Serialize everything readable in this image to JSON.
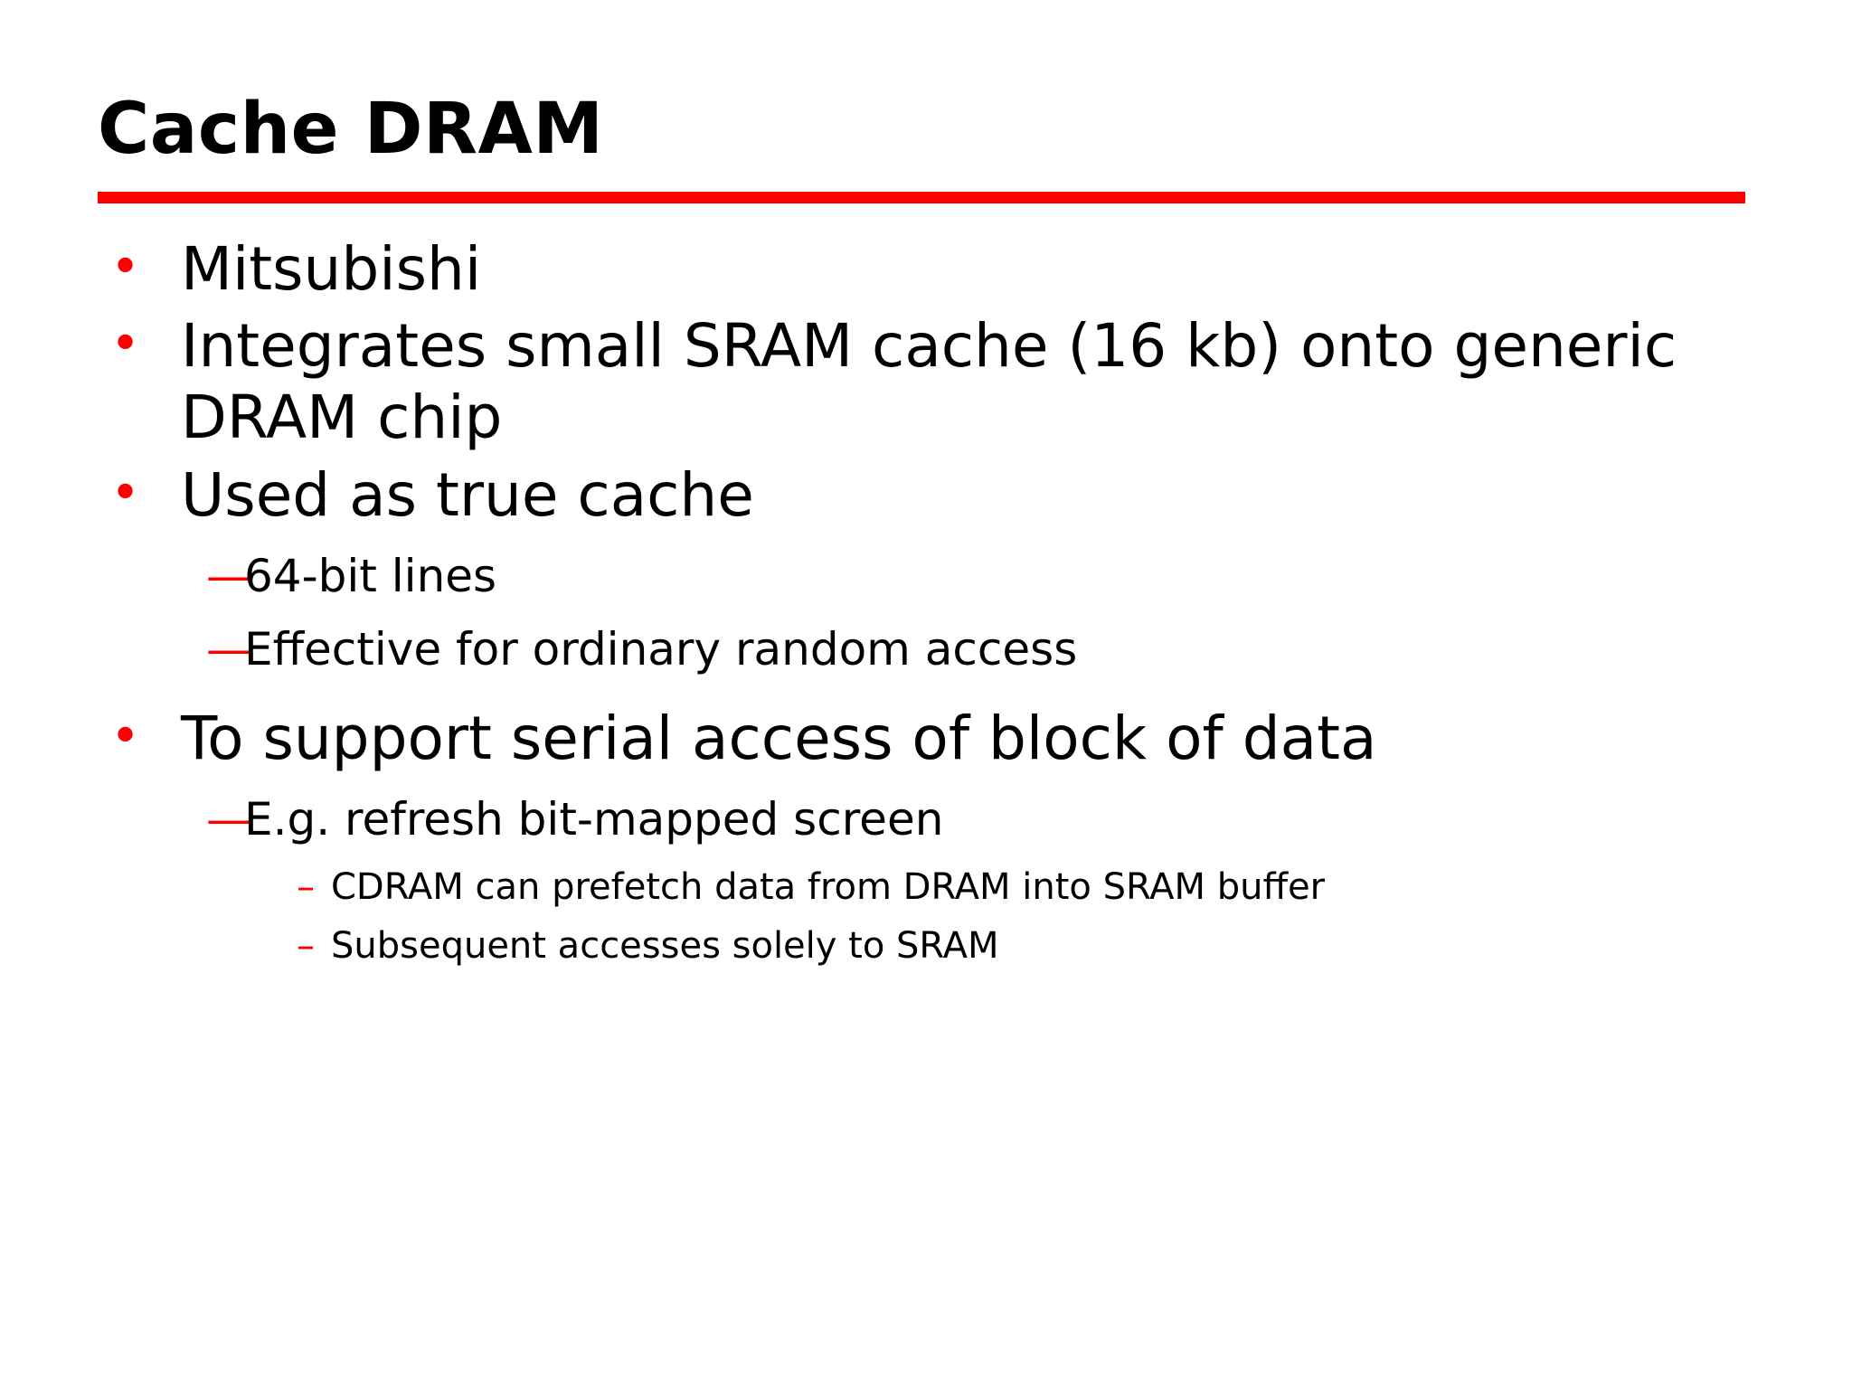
{
  "slide": {
    "title": "Cache DRAM",
    "accent_color": "#FF0000",
    "text_color": "#000000",
    "background_color": "#FFFFFF",
    "markers": {
      "level1_bullet": "•",
      "level2_dash": "—",
      "level3_dash": "–"
    },
    "content": [
      {
        "level": 1,
        "marker": "•",
        "text": "Mitsubishi"
      },
      {
        "level": 1,
        "marker": "•",
        "text": "Integrates small SRAM cache (16 kb) onto generic DRAM chip"
      },
      {
        "level": 1,
        "marker": "•",
        "text": "Used as true cache"
      },
      {
        "level": 2,
        "marker": "—",
        "text": "64-bit lines"
      },
      {
        "level": 2,
        "marker": "—",
        "text": "Effective for ordinary random access"
      },
      {
        "level": 1,
        "marker": "•",
        "text": "To support serial access of block of data"
      },
      {
        "level": 2,
        "marker": "—",
        "text": "E.g. refresh bit-mapped screen"
      },
      {
        "level": 3,
        "marker": "–",
        "text": "CDRAM can prefetch data from DRAM into SRAM buffer"
      },
      {
        "level": 3,
        "marker": "–",
        "text": "Subsequent accesses solely to SRAM"
      }
    ]
  }
}
